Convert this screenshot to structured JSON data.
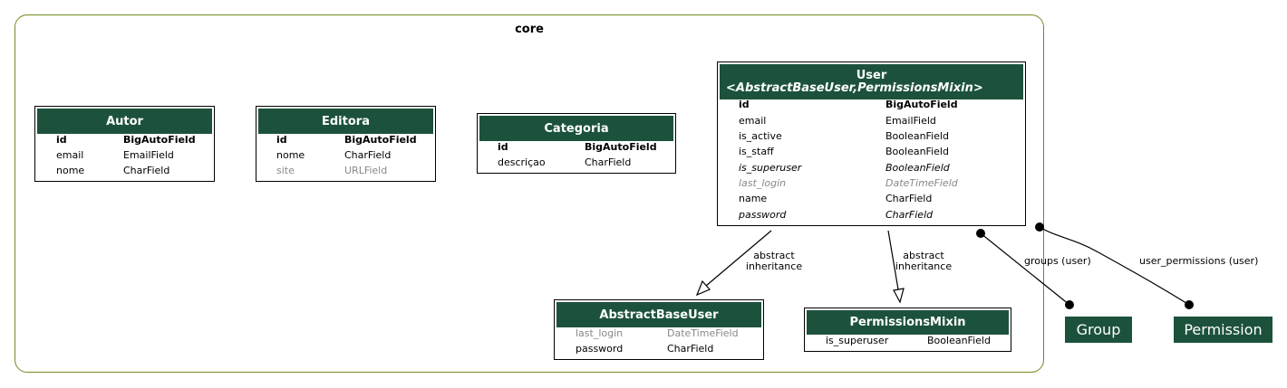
{
  "cluster": {
    "title": "core"
  },
  "models": {
    "autor": {
      "title": "Autor",
      "fields": [
        {
          "name": "id",
          "type": "BigAutoField"
        },
        {
          "name": "email",
          "type": "EmailField"
        },
        {
          "name": "nome",
          "type": "CharField"
        }
      ]
    },
    "editora": {
      "title": "Editora",
      "fields": [
        {
          "name": "id",
          "type": "BigAutoField"
        },
        {
          "name": "nome",
          "type": "CharField"
        },
        {
          "name": "site",
          "type": "URLField"
        }
      ]
    },
    "categoria": {
      "title": "Categoria",
      "fields": [
        {
          "name": "id",
          "type": "BigAutoField"
        },
        {
          "name": "descriçao",
          "type": "CharField"
        }
      ]
    },
    "user": {
      "title": "User",
      "subtitle": "<AbstractBaseUser,PermissionsMixin>",
      "fields": [
        {
          "name": "id",
          "type": "BigAutoField"
        },
        {
          "name": "email",
          "type": "EmailField"
        },
        {
          "name": "is_active",
          "type": "BooleanField"
        },
        {
          "name": "is_staff",
          "type": "BooleanField"
        },
        {
          "name": "is_superuser",
          "type": "BooleanField"
        },
        {
          "name": "last_login",
          "type": "DateTimeField"
        },
        {
          "name": "name",
          "type": "CharField"
        },
        {
          "name": "password",
          "type": "CharField"
        }
      ]
    },
    "abstract_base_user": {
      "title": "AbstractBaseUser",
      "fields": [
        {
          "name": "last_login",
          "type": "DateTimeField"
        },
        {
          "name": "password",
          "type": "CharField"
        }
      ]
    },
    "permissions_mixin": {
      "title": "PermissionsMixin",
      "fields": [
        {
          "name": "is_superuser",
          "type": "BooleanField"
        }
      ]
    }
  },
  "external": {
    "group": "Group",
    "permission": "Permission"
  },
  "edges": {
    "inherit_label_1": "abstract",
    "inherit_label_2": "inheritance",
    "groups_label": "groups (user)",
    "user_permissions_label": "user_permissions (user)"
  },
  "colors": {
    "header": "#1c523c",
    "cluster_border": "#6f8a1e",
    "inherited_text": "#888888"
  }
}
